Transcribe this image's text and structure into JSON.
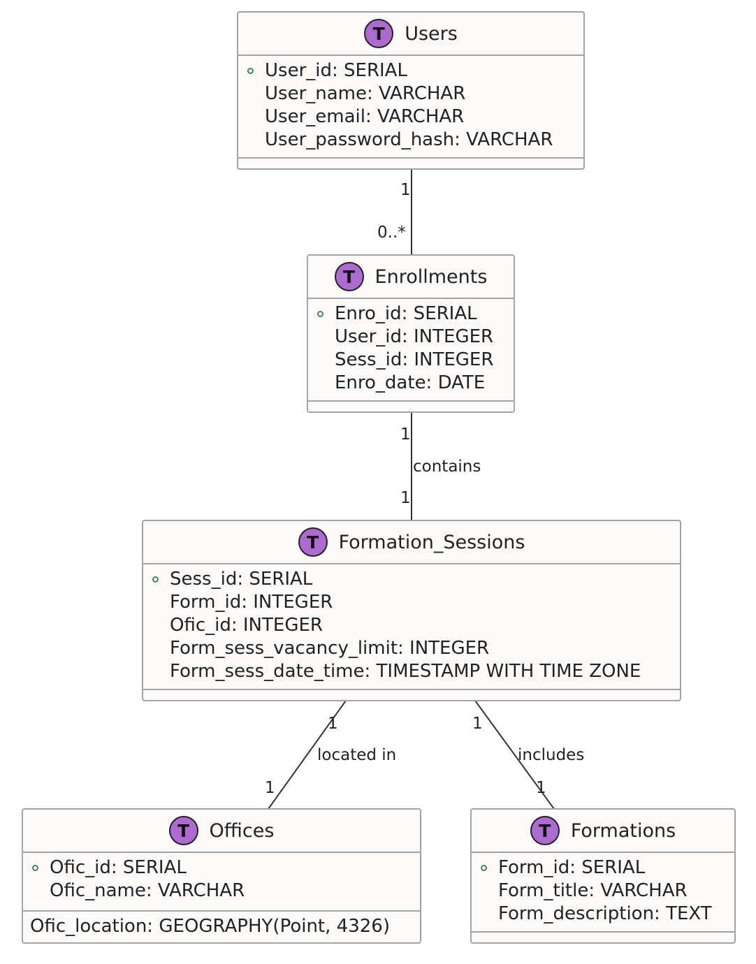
{
  "entities": {
    "users": {
      "badge": "T",
      "name": "Users",
      "attributes": [
        {
          "text": "User_id: SERIAL",
          "primary_key": true
        },
        {
          "text": "User_name: VARCHAR",
          "primary_key": false
        },
        {
          "text": "User_email: VARCHAR",
          "primary_key": false
        },
        {
          "text": "User_password_hash: VARCHAR",
          "primary_key": false
        }
      ],
      "methods": []
    },
    "enrollments": {
      "badge": "T",
      "name": "Enrollments",
      "attributes": [
        {
          "text": "Enro_id: SERIAL",
          "primary_key": true
        },
        {
          "text": "User_id: INTEGER",
          "primary_key": false
        },
        {
          "text": "Sess_id: INTEGER",
          "primary_key": false
        },
        {
          "text": "Enro_date: DATE",
          "primary_key": false
        }
      ],
      "methods": []
    },
    "formation_sessions": {
      "badge": "T",
      "name": "Formation_Sessions",
      "attributes": [
        {
          "text": "Sess_id: SERIAL",
          "primary_key": true
        },
        {
          "text": "Form_id: INTEGER",
          "primary_key": false
        },
        {
          "text": "Ofic_id: INTEGER",
          "primary_key": false
        },
        {
          "text": "Form_sess_vacancy_limit: INTEGER",
          "primary_key": false
        },
        {
          "text": "Form_sess_date_time: TIMESTAMP WITH TIME ZONE",
          "primary_key": false
        }
      ],
      "methods": []
    },
    "offices": {
      "badge": "T",
      "name": "Offices",
      "attributes": [
        {
          "text": "Ofic_id: SERIAL",
          "primary_key": true
        },
        {
          "text": "Ofic_name: VARCHAR",
          "primary_key": false
        }
      ],
      "methods": [
        {
          "text": "Ofic_location: GEOGRAPHY(Point, 4326)"
        }
      ]
    },
    "formations": {
      "badge": "T",
      "name": "Formations",
      "attributes": [
        {
          "text": "Form_id: SERIAL",
          "primary_key": true
        },
        {
          "text": "Form_title: VARCHAR",
          "primary_key": false
        },
        {
          "text": "Form_description: TEXT",
          "primary_key": false
        }
      ],
      "methods": []
    }
  },
  "relationships": {
    "users_enrollments": {
      "from": "Users",
      "to": "Enrollments",
      "from_multiplicity": "1",
      "to_multiplicity": "0..*",
      "label": ""
    },
    "enrollments_formation_sessions": {
      "from": "Enrollments",
      "to": "Formation_Sessions",
      "from_multiplicity": "1",
      "to_multiplicity": "1",
      "label": "contains"
    },
    "formation_sessions_offices": {
      "from": "Formation_Sessions",
      "to": "Offices",
      "from_multiplicity": "1",
      "to_multiplicity": "1",
      "label": "located in"
    },
    "formation_sessions_formations": {
      "from": "Formation_Sessions",
      "to": "Formations",
      "from_multiplicity": "1",
      "to_multiplicity": "1",
      "label": "includes"
    }
  }
}
